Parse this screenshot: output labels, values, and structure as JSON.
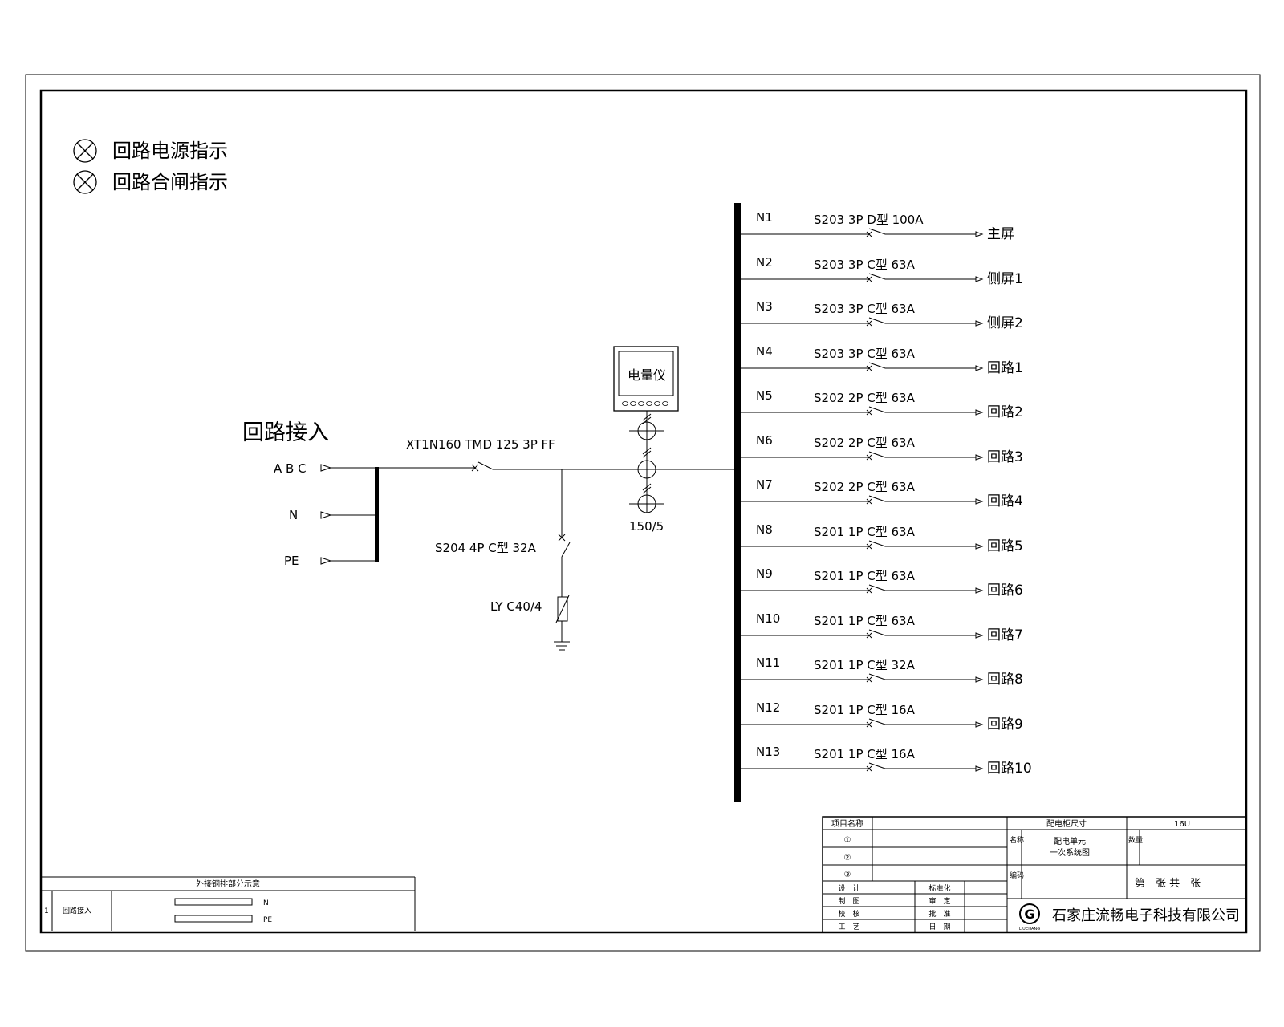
{
  "legend": [
    {
      "icon": "lamp-symbol",
      "label": "回路电源指示"
    },
    {
      "icon": "lamp-symbol",
      "label": "回路合闸指示"
    }
  ],
  "input": {
    "title": "回路接入",
    "phases": [
      "A B C",
      "N",
      "PE"
    ],
    "main_breaker": "XT1N160 TMD 125 3P FF",
    "spd_breaker": "S204 4P C型 32A",
    "spd": "LY C40/4",
    "meter": "电量仪",
    "ct_ratio": "150/5"
  },
  "circuits": [
    {
      "id": "N1",
      "breaker": "S203 3P D型 100A",
      "dest": "主屏"
    },
    {
      "id": "N2",
      "breaker": "S203 3P C型 63A",
      "dest": "侧屏1"
    },
    {
      "id": "N3",
      "breaker": "S203 3P C型 63A",
      "dest": "侧屏2"
    },
    {
      "id": "N4",
      "breaker": "S203 3P C型 63A",
      "dest": "回路1"
    },
    {
      "id": "N5",
      "breaker": "S202 2P C型 63A",
      "dest": "回路2"
    },
    {
      "id": "N6",
      "breaker": "S202 2P C型 63A",
      "dest": "回路3"
    },
    {
      "id": "N7",
      "breaker": "S202 2P C型 63A",
      "dest": "回路4"
    },
    {
      "id": "N8",
      "breaker": "S201 1P C型 63A",
      "dest": "回路5"
    },
    {
      "id": "N9",
      "breaker": "S201 1P C型 63A",
      "dest": "回路6"
    },
    {
      "id": "N10",
      "breaker": "S201 1P C型 63A",
      "dest": "回路7"
    },
    {
      "id": "N11",
      "breaker": "S201 1P C型 32A",
      "dest": "回路8"
    },
    {
      "id": "N12",
      "breaker": "S201 1P C型 16A",
      "dest": "回路9"
    },
    {
      "id": "N13",
      "breaker": "S201 1P C型 16A",
      "dest": "回路10"
    }
  ],
  "busbar_table": {
    "title": "外接铜排部分示意",
    "row_no": "1",
    "row_name": "回路接入",
    "bars": [
      "N",
      "PE"
    ]
  },
  "title_block": {
    "project_label": "项目名称",
    "cabinet_size_label": "配电柜尺寸",
    "cabinet_size": "16U",
    "marks": [
      "①",
      "②",
      "③"
    ],
    "name_label": "名称",
    "name_line1": "配电单元",
    "name_line2": "一次系统图",
    "qty_label": "数量",
    "code_label": "编码",
    "sheet": "第　张 共　张",
    "roles_left": [
      "设　计",
      "制　图",
      "校　核",
      "工　艺"
    ],
    "roles_right": [
      "标准化",
      "审　定",
      "批　准",
      "日　期"
    ],
    "company": "石家庄流畅电子科技有限公司",
    "logo_text": "LIUCHANG"
  }
}
